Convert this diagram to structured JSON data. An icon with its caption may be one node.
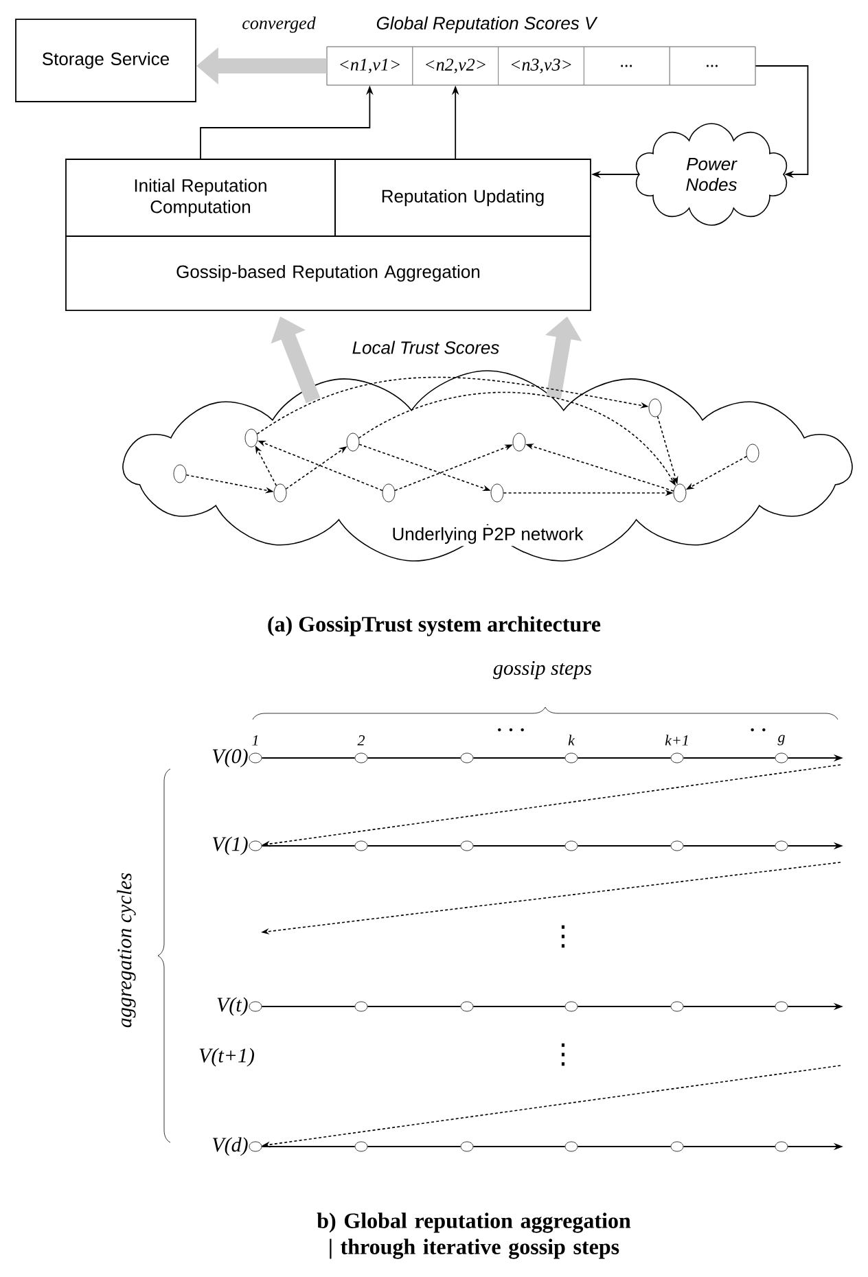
{
  "diagram": {
    "nodes": [
      {
        "text": [
          "Storage Service"
        ]
      },
      {
        "text": [
          "Global Reputation Scores V"
        ]
      },
      {
        "text": [
          "<n1,v1>"
        ],
        "in": 1
      },
      {
        "text": [
          "<n2,v2>"
        ],
        "in": 1
      },
      {
        "text": [
          "<n3,v3>"
        ],
        "in": 1
      },
      {
        "text": [
          "..."
        ],
        "in": 1
      },
      {
        "text": [
          "..."
        ],
        "in": 1
      },
      {
        "text": [
          "Power Nodes"
        ]
      },
      {
        "text": [
          "Initial Reputation Computation"
        ]
      },
      {
        "text": [
          "Reputation Updating"
        ]
      },
      {
        "text": [
          "Gossip-based Reputation Aggregation"
        ]
      },
      {
        "text": [
          "Underlying P2P network"
        ]
      },
      {
        "text": [],
        "shape": "circle",
        "in": 11
      },
      {
        "text": [],
        "shape": "circle",
        "in": 11
      },
      {
        "text": [],
        "shape": "circle",
        "in": 11
      },
      {
        "text": [],
        "shape": "circle",
        "in": 11
      },
      {
        "text": [],
        "shape": "circle",
        "in": 11
      },
      {
        "text": [],
        "shape": "circle",
        "in": 11
      },
      {
        "text": [],
        "shape": "circle",
        "in": 11
      },
      {
        "text": [],
        "shape": "circle",
        "in": 11
      },
      {
        "text": [],
        "shape": "circle",
        "in": 11
      },
      {
        "text": [],
        "shape": "circle",
        "in": 11
      },
      {
        "text": [],
        "shape": "circle",
        "beside": [
          "V(0)",
          "1"
        ]
      },
      {
        "text": [],
        "shape": "circle",
        "beside": [
          "2"
        ]
      },
      {
        "text": [],
        "shape": "circle"
      },
      {
        "text": [],
        "shape": "circle",
        "beside": [
          "k"
        ]
      },
      {
        "text": [],
        "shape": "circle",
        "beside": [
          "k+1"
        ]
      },
      {
        "text": [],
        "shape": "circle",
        "beside": [
          "g"
        ]
      },
      {
        "text": [],
        "shape": "circle",
        "beside": [
          "V(1)"
        ]
      },
      {
        "text": [],
        "shape": "circle"
      },
      {
        "text": [],
        "shape": "circle"
      },
      {
        "text": [],
        "shape": "circle"
      },
      {
        "text": [],
        "shape": "circle"
      },
      {
        "text": [],
        "shape": "circle"
      },
      {
        "text": [],
        "shape": "circle",
        "beside": [
          "V(t)"
        ]
      },
      {
        "text": [],
        "shape": "circle"
      },
      {
        "text": [],
        "shape": "circle"
      },
      {
        "text": [],
        "shape": "circle"
      },
      {
        "text": [],
        "shape": "circle"
      },
      {
        "text": [],
        "shape": "circle"
      },
      {
        "text": [],
        "shape": "circle",
        "beside": [
          "V(d)"
        ]
      },
      {
        "text": [],
        "shape": "circle"
      },
      {
        "text": [],
        "shape": "circle"
      },
      {
        "text": [],
        "shape": "circle"
      },
      {
        "text": [],
        "shape": "circle"
      },
      {
        "text": [],
        "shape": "circle"
      }
    ],
    "edges": [
      {
        "from": 1,
        "to": 0,
        "arrow": "to",
        "style": "thick",
        "color": "#cccccc",
        "label": "converged"
      },
      {
        "from": 8,
        "to": 2,
        "arrow": "to"
      },
      {
        "from": 9,
        "to": 3,
        "arrow": "to"
      },
      {
        "from": 6,
        "to": 7,
        "arrow": "to"
      },
      {
        "from": 7,
        "to": 9,
        "arrow": "to"
      },
      {
        "from": 11,
        "to": 10,
        "arrow": "to",
        "style": "thick",
        "color": "#cccccc",
        "label": "Local Trust Scores"
      },
      {
        "from": 11,
        "to": 10,
        "arrow": "to",
        "style": "thick",
        "color": "#cccccc"
      },
      {
        "from": 12,
        "to": 14,
        "arrow": "to",
        "style": "dashed"
      },
      {
        "from": 14,
        "to": 13,
        "arrow": "to",
        "style": "dashed"
      },
      {
        "from": 14,
        "to": 15,
        "arrow": "to",
        "style": "dashed"
      },
      {
        "from": 16,
        "to": 13,
        "arrow": "to",
        "style": "dashed"
      },
      {
        "from": 15,
        "to": 18,
        "arrow": "to",
        "style": "dashed"
      },
      {
        "from": 16,
        "to": 17,
        "arrow": "to",
        "style": "dashed"
      },
      {
        "from": 20,
        "to": 17,
        "arrow": "to",
        "style": "dashed"
      },
      {
        "from": 18,
        "to": 20,
        "arrow": "to",
        "style": "dashed"
      },
      {
        "from": 21,
        "to": 20,
        "arrow": "to",
        "style": "dashed"
      },
      {
        "from": 19,
        "to": 20,
        "arrow": "to",
        "style": "dashed"
      },
      {
        "from": 13,
        "to": 19,
        "arrow": "to",
        "style": "dashed"
      },
      {
        "from": 15,
        "to": 20,
        "arrow": "to",
        "style": "dashed"
      },
      {
        "from": 22,
        "to": 23,
        "arrow": "none"
      },
      {
        "from": 23,
        "to": 24,
        "arrow": "none"
      },
      {
        "from": 24,
        "to": 25,
        "arrow": "none"
      },
      {
        "from": 25,
        "to": 26,
        "arrow": "none"
      },
      {
        "from": 26,
        "to": 27,
        "arrow": "none"
      },
      {
        "from": 27,
        "to": null,
        "arrow": "to"
      },
      {
        "from": 28,
        "to": 29,
        "arrow": "none"
      },
      {
        "from": 29,
        "to": 30,
        "arrow": "none"
      },
      {
        "from": 30,
        "to": 31,
        "arrow": "none"
      },
      {
        "from": 31,
        "to": 32,
        "arrow": "none"
      },
      {
        "from": 32,
        "to": 33,
        "arrow": "none"
      },
      {
        "from": 33,
        "to": null,
        "arrow": "to"
      },
      {
        "from": 34,
        "to": 35,
        "arrow": "none"
      },
      {
        "from": 35,
        "to": 36,
        "arrow": "none"
      },
      {
        "from": 36,
        "to": 37,
        "arrow": "none"
      },
      {
        "from": 37,
        "to": 38,
        "arrow": "none"
      },
      {
        "from": 38,
        "to": 39,
        "arrow": "none"
      },
      {
        "from": 39,
        "to": null,
        "arrow": "to"
      },
      {
        "from": 40,
        "to": 41,
        "arrow": "none"
      },
      {
        "from": 41,
        "to": 42,
        "arrow": "none"
      },
      {
        "from": 42,
        "to": 43,
        "arrow": "none"
      },
      {
        "from": 43,
        "to": 44,
        "arrow": "none"
      },
      {
        "from": 44,
        "to": 45,
        "arrow": "none"
      },
      {
        "from": 45,
        "to": null,
        "arrow": "to"
      },
      {
        "from": null,
        "to": 28,
        "arrow": "to",
        "style": "dashed"
      },
      {
        "from": null,
        "to": 40,
        "arrow": "to",
        "style": "dashed"
      }
    ],
    "labels": [
      "(a) GossipTrust system architecture",
      "gossip steps",
      "· · ·",
      "· ·",
      "aggregation cycles",
      "⋮",
      "V(t+1)",
      "⋮",
      "b) Global reputation aggregation | through iterative gossip steps"
    ]
  }
}
